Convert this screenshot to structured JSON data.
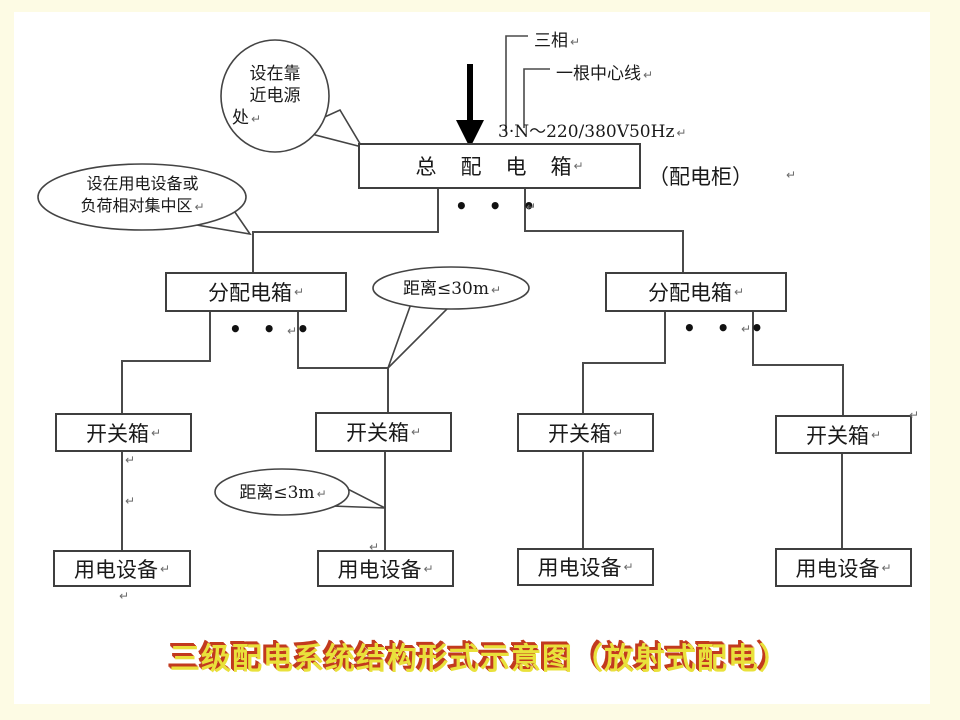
{
  "colors": {
    "page": "#ffffff",
    "margin": "#fdfbe4",
    "line": "#4a4a4a",
    "title_fill": "#e9e13b",
    "title_shadow": "#c23a1e"
  },
  "top_annotations": {
    "phase": "三相",
    "neutral": "一根中心线",
    "supply": "3·N～220/380V50Hz",
    "cabinet_note": "（配电柜）"
  },
  "callouts": {
    "near_power_lines": [
      "设在靠",
      "近电源",
      "处"
    ],
    "load_center_lines": [
      "设在用电设备或",
      "负荷相对集中区"
    ],
    "distance_30m": "距离≤30m",
    "distance_3m": "距离≤3m"
  },
  "boxes": {
    "main": "总配电箱",
    "distribution": "分配电箱",
    "switch_box": "开关箱",
    "equipment": "用电设备"
  },
  "marks": {
    "return_mark": "↵",
    "ellipsis": "• • •"
  },
  "title": "三级配电系统结构形式示意图（放射式配电）"
}
